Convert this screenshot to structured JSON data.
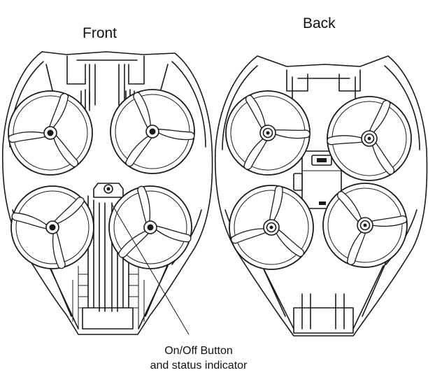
{
  "views": {
    "front": {
      "title": "Front"
    },
    "back": {
      "title": "Back"
    }
  },
  "callout": {
    "line1": "On/Off Button",
    "line2": "and status indicator"
  }
}
